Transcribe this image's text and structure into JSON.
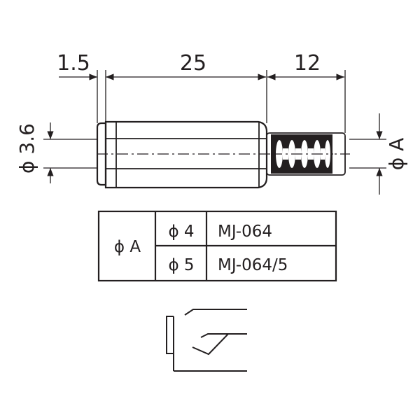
{
  "dimensions": {
    "top": [
      "1.5",
      "25",
      "12"
    ],
    "left_diameter": "ϕ 3.6",
    "right_diameter": "ϕ A"
  },
  "table": {
    "row_header": "ϕ A",
    "rows": [
      {
        "diameter": "ϕ 4",
        "model": "MJ-064"
      },
      {
        "diameter": "ϕ 5",
        "model": "MJ-064/5"
      }
    ]
  }
}
